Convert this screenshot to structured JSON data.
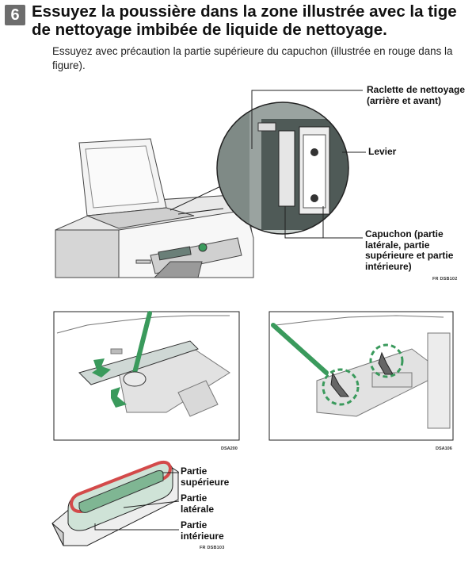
{
  "step": {
    "number": "6",
    "title": "Essuyez la poussière dans la zone illustrée avec la tige de nettoyage imbibée de liquide de nettoyage.",
    "description": "Essuyez avec précaution la partie supérieure du capuchon (illustrée en rouge dans la figure)."
  },
  "figure_top": {
    "labels": {
      "raclette": "Raclette de nettoyage (arrière et avant)",
      "levier": "Levier",
      "capuchon": "Capuchon (partie latérale, partie supérieure et partie intérieure)"
    },
    "code": "FR DSB102"
  },
  "figure_left": {
    "code": "DSA200"
  },
  "figure_right": {
    "code": "DSA106"
  },
  "figure_bottom": {
    "labels": {
      "superieure": "Partie supérieure",
      "laterale": "Partie latérale",
      "interieure": "Partie intérieure"
    },
    "code": "FR DSB103"
  },
  "colors": {
    "green": "#3a9a5c",
    "red": "#d34a4a",
    "badge": "#6d6d6d"
  }
}
